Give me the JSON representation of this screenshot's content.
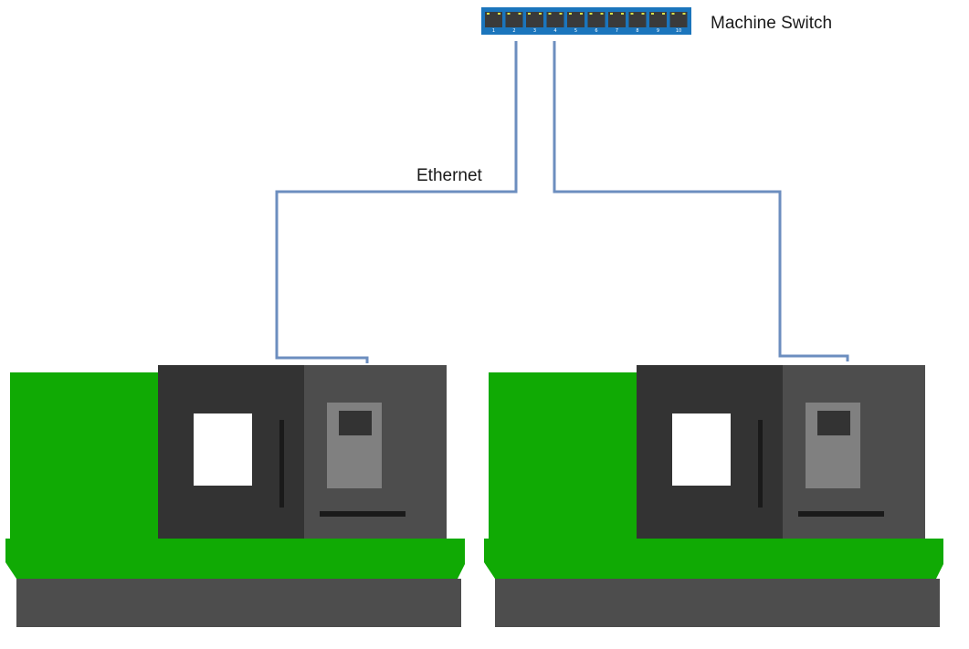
{
  "switch": {
    "label": "Machine Switch",
    "ports": [
      "1",
      "2",
      "3",
      "4",
      "5",
      "6",
      "7",
      "8",
      "9",
      "10"
    ],
    "body_color": "#1b75bc",
    "port_color": "#3a3a3a",
    "led_color": "#d8e34a",
    "icon": "network-switch-icon"
  },
  "connection": {
    "label": "Ethernet",
    "color": "#6c8ebf"
  },
  "machines": [
    {
      "icon": "cnc-lathe-icon"
    },
    {
      "icon": "cnc-lathe-icon"
    }
  ],
  "colors": {
    "machine_green": "#10aa04",
    "cabinet_dark": "#333333",
    "cabinet_mid": "#4d4d4d",
    "base": "#4d4d4d",
    "window": "#ffffff",
    "control_panel": "#808080",
    "screen": "#333333",
    "slot": "#1a1a1a"
  }
}
